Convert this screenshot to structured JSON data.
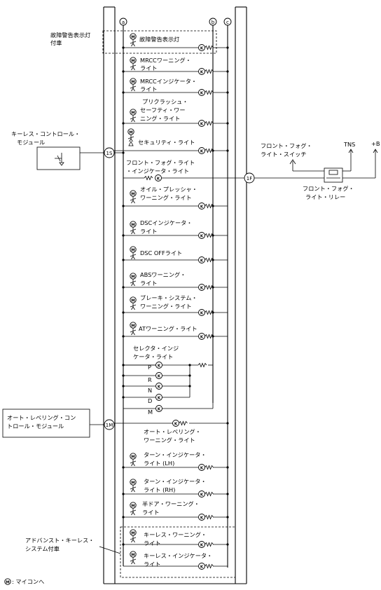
{
  "bus_labels": {
    "a": "a",
    "b": "b",
    "c": "c"
  },
  "connectors": {
    "s1": "1S",
    "f1": "1F",
    "m1": "1M"
  },
  "groups": {
    "fault_warning": [
      "故障警告表示灯",
      "付車"
    ],
    "advanced_keyless": [
      "アドバンスト・キーレス・",
      "システム付車"
    ]
  },
  "lamps": [
    {
      "lines": [
        "故障警告表示灯"
      ]
    },
    {
      "lines": [
        "MRCCワーニング・",
        "ライト"
      ]
    },
    {
      "lines": [
        "MRCCインジケータ・",
        "ライト"
      ]
    },
    {
      "lines": [
        "プリクラッシュ・",
        "セーフティ・ワー",
        "ニング・ライト"
      ]
    },
    {
      "lines": [
        "セキュリティ・ライト"
      ]
    },
    {
      "lines": [
        "フロント・フォグ・ライト",
        "・インジケータ・ライト"
      ]
    },
    {
      "lines": [
        "オイル・プレッシャ・",
        "ワーニング・ライト"
      ]
    },
    {
      "lines": [
        "DSCインジケータ・",
        "ライト"
      ]
    },
    {
      "lines": [
        "DSC OFFライト"
      ]
    },
    {
      "lines": [
        "ABSワーニング・",
        "ライト"
      ]
    },
    {
      "lines": [
        "ブレーキ・システム・",
        "ワーニング・ライト"
      ]
    },
    {
      "lines": [
        "ATワーニング・ライト"
      ]
    },
    {
      "lines": [
        "セレクタ・インジ",
        "ケータ・ライト"
      ]
    },
    {
      "lines": [
        "オート・レベリング・",
        "ワーニング・ライト"
      ]
    },
    {
      "lines": [
        "ターン・インジケータ・",
        "ライト (LH)"
      ]
    },
    {
      "lines": [
        "ターン・インジケータ・",
        "ライト (RH)"
      ]
    },
    {
      "lines": [
        "半ドア・ワーニング・",
        "ライト"
      ]
    },
    {
      "lines": [
        "キーレス・ワーニング・",
        "ライト"
      ]
    },
    {
      "lines": [
        "キーレス・インジケータ・",
        "ライト"
      ]
    }
  ],
  "selector_positions": [
    "P",
    "R",
    "N",
    "D",
    "M"
  ],
  "external": {
    "keyless_module": [
      "キーレス・コントロール・",
      "モジュール"
    ],
    "fog_switch": [
      "フロント・フォグ・",
      "ライト・スイッチ"
    ],
    "fog_relay": [
      "フロント・フォグ・",
      "ライト・リレー"
    ],
    "tns": "TNS",
    "plus_b": "+B",
    "leveling_module": [
      "オート・レベリング・コン",
      "トロール・モジュール"
    ]
  },
  "legend": {
    "symbol": "M",
    "text": ": マイコンへ"
  }
}
